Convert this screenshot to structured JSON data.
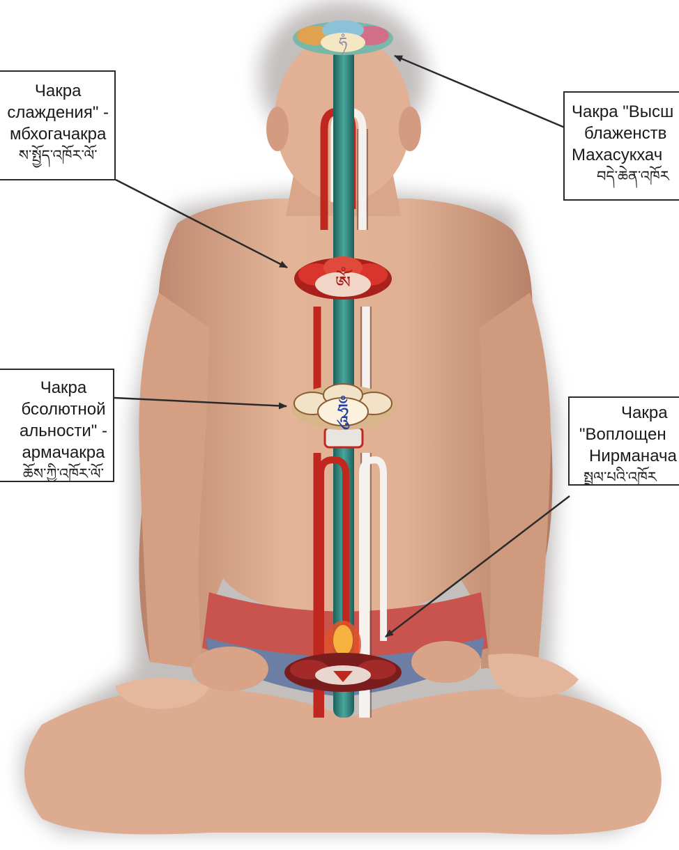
{
  "figure": {
    "colors": {
      "central_channel": "#2f8c84",
      "side_channel_red": "#c0281f",
      "side_channel_white": "#f4f1ee",
      "skin": "#dba98c",
      "cloth": "#c9544d",
      "arrow": "#2a2a2a"
    },
    "icons": {
      "crown_chakra": "crown-lotus-icon",
      "throat_chakra": "throat-lotus-icon",
      "heart_chakra": "heart-lotus-icon",
      "navel_chakra": "navel-lotus-icon"
    }
  },
  "labels": {
    "sambhoga": {
      "lines": [
        "Чакра",
        "слаждения\" -",
        "мбхогачакра"
      ],
      "tibetan": "ས་སྤྱོད་འཁོར་ལོ་"
    },
    "dharma": {
      "lines": [
        "Чакра",
        "бсолютной",
        "альности\" -",
        "армачакра"
      ],
      "tibetan": "ཆོས་ཀྱི་འཁོར་ལོ་"
    },
    "maha": {
      "lines": [
        "Чакра \"Высш",
        "блаженств",
        "Махасукхач"
      ],
      "tibetan": "བདེ་ཆེན་འཁོར"
    },
    "nirmana": {
      "lines": [
        "Чакра",
        "\"Воплощен",
        "Нирманача"
      ],
      "tibetan": "སྤྲུལ་པའི་འཁོར"
    }
  }
}
